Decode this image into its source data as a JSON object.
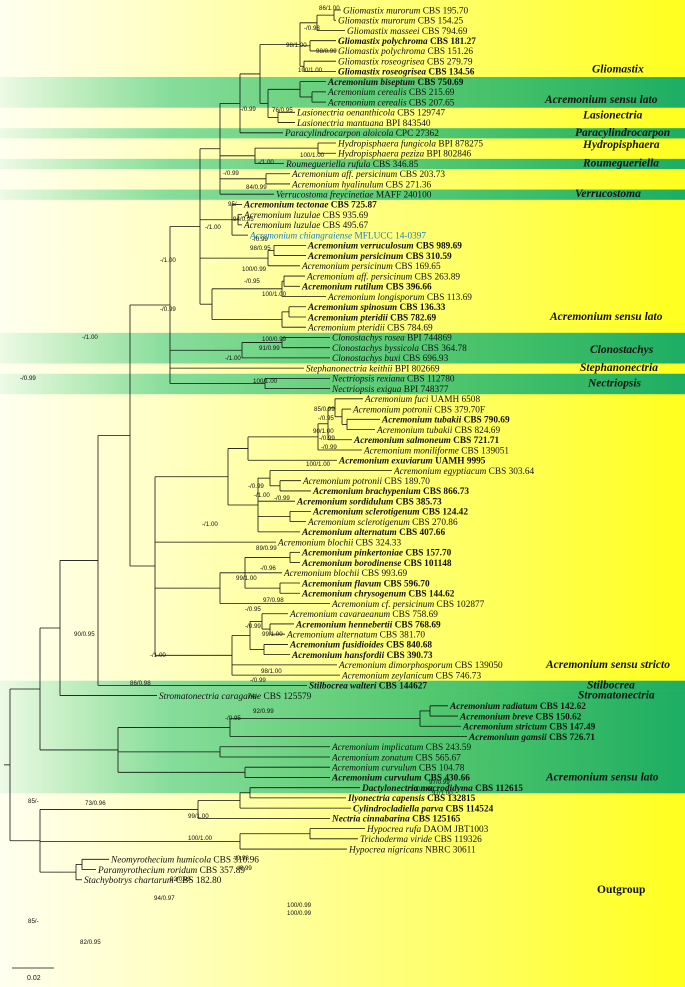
{
  "figure": {
    "scale_label": "0.02",
    "taxa": [
      {
        "label": "Gliomastix murorum",
        "acc": "CBS 195.70",
        "bold": false
      },
      {
        "label": "Gliomastix murorum",
        "acc": "CBS 154.25",
        "bold": false
      },
      {
        "label": "Gliomastix masseei",
        "acc": "CBS 794.69",
        "bold": false
      },
      {
        "label": "Gliomastix polychroma",
        "acc": "CBS 181.27",
        "bold": true
      },
      {
        "label": "Gliomastix polychroma",
        "acc": "CBS 151.26",
        "bold": false
      },
      {
        "label": "Gliomastix roseogrisea",
        "acc": "CBS 279.79",
        "bold": false
      },
      {
        "label": "Gliomastix roseogrisea",
        "acc": "CBS 134.56",
        "bold": true
      },
      {
        "label": "Acremonium biseptum",
        "acc": "CBS 750.69",
        "bold": true
      },
      {
        "label": "Acremonium cerealis",
        "acc": "CBS 215.69",
        "bold": false
      },
      {
        "label": "Acremonium cerealis",
        "acc": "CBS 207.65",
        "bold": false
      },
      {
        "label": "Lasionectria oenanthicola",
        "acc": "CBS 129747",
        "bold": false
      },
      {
        "label": "Lasionectria mantuana",
        "acc": "BPI 843540",
        "bold": false
      },
      {
        "label": "Paracylindrocarpon aloicola",
        "acc": "CPC 27362",
        "bold": false
      },
      {
        "label": "Hydropisphaera fungicola",
        "acc": "BPI 878275",
        "bold": false
      },
      {
        "label": "Hydropisphaera peziza",
        "acc": "BPI 802846",
        "bold": false
      },
      {
        "label": "Roumegueriella rufula",
        "acc": "CBS 346.85",
        "bold": false
      },
      {
        "label": "Acremonium aff. persicinum",
        "acc": "CBS 203.73",
        "bold": false
      },
      {
        "label": "Acremonium hyalinulum",
        "acc": "CBS 271.36",
        "bold": false
      },
      {
        "label": "Verrucostoma freycinetiae",
        "acc": "MAFF 240100",
        "bold": false
      },
      {
        "label": "Acremonium tectonae",
        "acc": "CBS 725.87",
        "bold": true
      },
      {
        "label": "Acremonium luzulae",
        "acc": "CBS 935.69",
        "bold": false
      },
      {
        "label": "Acremonium luzulae",
        "acc": "CBS 495.67",
        "bold": false
      },
      {
        "label": "Acremonium chiangraiense",
        "acc": "MFLUCC 14-0397",
        "bold": false,
        "highlight": true
      },
      {
        "label": "Acremonium verruculosum",
        "acc": "CBS 989.69",
        "bold": true
      },
      {
        "label": "Acremonium persicinum",
        "acc": "CBS 310.59",
        "bold": true
      },
      {
        "label": "Acremonium persicinum",
        "acc": "CBS 169.65",
        "bold": false
      },
      {
        "label": "Acremonium aff. persicinum",
        "acc": "CBS 263.89",
        "bold": false
      },
      {
        "label": "Acremonium rutilum",
        "acc": "CBS 396.66",
        "bold": true
      },
      {
        "label": "Acremonium longisporum",
        "acc": "CBS 113.69",
        "bold": false
      },
      {
        "label": "Acremonium spinosum",
        "acc": "CBS 136.33",
        "bold": true
      },
      {
        "label": "Acremonium pteridii",
        "acc": "CBS 782.69",
        "bold": true
      },
      {
        "label": "Acremonium pteridii",
        "acc": "CBS 784.69",
        "bold": false
      },
      {
        "label": "Clonostachys rosea",
        "acc": "BPI 744869",
        "bold": false
      },
      {
        "label": "Clonostachys byssicola",
        "acc": "CBS 364.78",
        "bold": false
      },
      {
        "label": "Clonostachys buxi",
        "acc": "CBS 696.93",
        "bold": false
      },
      {
        "label": "Stephanonectria keithii",
        "acc": "BPI 802669",
        "bold": false
      },
      {
        "label": "Nectriopsis rexiana",
        "acc": "CBS 112780",
        "bold": false
      },
      {
        "label": "Nectriopsis exigua",
        "acc": "BPI 748377",
        "bold": false
      },
      {
        "label": "Acremonium fuci",
        "acc": "UAMH 6508",
        "bold": false
      },
      {
        "label": "Acremonium potronii",
        "acc": "CBS 379.70F",
        "bold": false
      },
      {
        "label": "Acremonium tubakii",
        "acc": "CBS 790.69",
        "bold": true
      },
      {
        "label": "Acremonium tubakii",
        "acc": "CBS 824.69",
        "bold": false
      },
      {
        "label": "Acremonium salmoneum",
        "acc": "CBS 721.71",
        "bold": true
      },
      {
        "label": "Acremonium moniliforme",
        "acc": "CBS 139051",
        "bold": false
      },
      {
        "label": "Acremonium exuviarum",
        "acc": "UAMH 9995",
        "bold": true
      },
      {
        "label": "Acremonium egyptiacum",
        "acc": "CBS 303.64",
        "bold": false
      },
      {
        "label": "Acremonium potronii",
        "acc": "CBS 189.70",
        "bold": false
      },
      {
        "label": "Acremonium brachypenium",
        "acc": "CBS 866.73",
        "bold": true
      },
      {
        "label": "Acremonium sordidulum",
        "acc": "CBS 385.73",
        "bold": true
      },
      {
        "label": "Acremonium sclerotigenum",
        "acc": "CBS 124.42",
        "bold": true
      },
      {
        "label": "Acremonium sclerotigenum",
        "acc": "CBS 270.86",
        "bold": false
      },
      {
        "label": "Acremonium alternatum",
        "acc": "CBS 407.66",
        "bold": true
      },
      {
        "label": "Acremonium blochii",
        "acc": "CBS 324.33",
        "bold": false
      },
      {
        "label": "Acremonium pinkertoniae",
        "acc": "CBS 157.70",
        "bold": true
      },
      {
        "label": "Acremonium borodinense",
        "acc": "CBS 101148",
        "bold": true
      },
      {
        "label": "Acremonium blochii",
        "acc": "CBS 993.69",
        "bold": false
      },
      {
        "label": "Acremonium flavum",
        "acc": "CBS 596.70",
        "bold": true
      },
      {
        "label": "Acremonium chrysogenum",
        "acc": "CBS 144.62",
        "bold": true
      },
      {
        "label": "Acremonium cf. persicinum",
        "acc": "CBS 102877",
        "bold": false
      },
      {
        "label": "Acremonium cavaraeanum",
        "acc": "CBS 758.69",
        "bold": false
      },
      {
        "label": "Acremonium hennebertii",
        "acc": "CBS 768.69",
        "bold": true
      },
      {
        "label": "Acremonium alternatum",
        "acc": "CBS 381.70",
        "bold": false
      },
      {
        "label": "Acremonium fusidioides",
        "acc": "CBS 840.68",
        "bold": true
      },
      {
        "label": "Acremonium hansfordii",
        "acc": "CBS 390.73",
        "bold": true
      },
      {
        "label": "Acremonium dimorphosporum",
        "acc": "CBS 139050",
        "bold": false
      },
      {
        "label": "Acremonium zeylanicum",
        "acc": "CBS 746.73",
        "bold": false
      },
      {
        "label": "Stilbocrea walteri",
        "acc": "CBS 144627",
        "bold": true
      },
      {
        "label": "Stromatonectria caraganae",
        "acc": "CBS 125579",
        "bold": false
      },
      {
        "label": "Acremonium radiatum",
        "acc": "CBS 142.62",
        "bold": true
      },
      {
        "label": "Acremonium breve",
        "acc": "CBS 150.62",
        "bold": true
      },
      {
        "label": "Acremonium strictum",
        "acc": "CBS 147.49",
        "bold": true
      },
      {
        "label": "Acremonium gamsii",
        "acc": "CBS 726.71",
        "bold": true
      },
      {
        "label": "Acremonium implicatum",
        "acc": "CBS 243.59",
        "bold": false
      },
      {
        "label": "Acremonium zonatum",
        "acc": "CBS 565.67",
        "bold": false
      },
      {
        "label": "Acremonium curvulum",
        "acc": "CBS 104.78",
        "bold": false
      },
      {
        "label": "Acremonium curvulum",
        "acc": "CBS 430.66",
        "bold": true
      },
      {
        "label": "Dactylonectria macrodidyma",
        "acc": "CBS 112615",
        "bold": true
      },
      {
        "label": "Ilyonectria capensis",
        "acc": "CBS 132815",
        "bold": true
      },
      {
        "label": "Cylindrocladiella parva",
        "acc": "CBS 114524",
        "bold": true
      },
      {
        "label": "Nectria cinnabarina",
        "acc": "CBS 125165",
        "bold": true
      },
      {
        "label": "Hypocrea rufa",
        "acc": "DAOM JBT1003",
        "bold": false
      },
      {
        "label": "Trichoderma viride",
        "acc": "CBS 119326",
        "bold": false
      },
      {
        "label": "Hypocrea nigricans",
        "acc": "NBRC 30611",
        "bold": false
      },
      {
        "label": "Neomyrothecium humicola",
        "acc": "CBS 310.96",
        "bold": false
      },
      {
        "label": "Paramyrothecium roridum",
        "acc": "CBS 357.89",
        "bold": false
      },
      {
        "label": "Stachybotrys chartarum",
        "acc": "CBS 182.80",
        "bold": false
      }
    ],
    "clades": [
      {
        "label": "Gliomastix",
        "italic": true
      },
      {
        "label": "Acremonium sensu lato",
        "italic": true
      },
      {
        "label": "Lasionectria",
        "italic": true
      },
      {
        "label": "Paracylindrocarpon",
        "italic": true
      },
      {
        "label": "Hydropisphaera",
        "italic": true
      },
      {
        "label": "Roumegueriella",
        "italic": true
      },
      {
        "label": "Verrucostoma",
        "italic": true
      },
      {
        "label": "Acremonium sensu lato",
        "italic": true
      },
      {
        "label": "Clonostachys",
        "italic": true
      },
      {
        "label": "Stephanonectria",
        "italic": true
      },
      {
        "label": "Nectriopsis",
        "italic": true
      },
      {
        "label": "Acremonium sensu stricto",
        "italic": true
      },
      {
        "label": "Stilbocrea",
        "italic": true
      },
      {
        "label": "Stromatonectria",
        "italic": true
      },
      {
        "label": "Acremonium sensu lato",
        "italic": true
      },
      {
        "label": "Outgroup",
        "italic": false
      }
    ],
    "support": [
      "86/1.00",
      "-/0.98",
      "98/1.00",
      "98/0.99",
      "100/1.00",
      "-/0.99",
      "76/0.95",
      "100/1.00",
      "-/1.00",
      "-/0.99",
      "84/0.99",
      "95/-",
      "-/1.00",
      "94/0.95",
      "-/0.99",
      "98/0.95",
      "-/1.00",
      "100/0.99",
      "-/0.95",
      "100/1.00",
      "-/0.99",
      "-/1.00",
      "100/0.99",
      "91/0.99",
      "-/1.00",
      "-/0.99",
      "100/1.00",
      "85/0.99",
      "-/0.95",
      "90/1.00",
      "-/0.99",
      "-/0.99",
      "100/1.00",
      "-/0.99",
      "-/1.00",
      "-/0.99",
      "-/1.00",
      "89/0.99",
      "-/0.96",
      "99/1.00",
      "97/0.98",
      "-/0.95",
      "-/0.99",
      "99/1.00",
      "-/1.00",
      "98/1.00",
      "-/0.99",
      "74/-",
      "92/0.99",
      "-/0.95",
      "86/0.98",
      "90/0.95",
      "97/0.99",
      "97/1.00",
      "100/1.00",
      "73/0.96",
      "99/1.00",
      "100/1.00",
      "85/-",
      "-/0.98",
      "-/0.99",
      "92/0.99",
      "94/0.97",
      "100/0.99",
      "100/0.99",
      "85/-",
      "82/0.95"
    ]
  }
}
